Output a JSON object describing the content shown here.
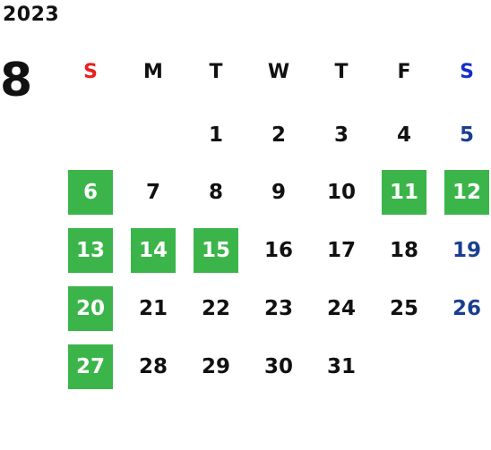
{
  "calendar": {
    "year": "2023",
    "month": "8",
    "weekdays": [
      {
        "label": "S",
        "color": "#e8201f"
      },
      {
        "label": "M",
        "color": "#111111"
      },
      {
        "label": "T",
        "color": "#111111"
      },
      {
        "label": "W",
        "color": "#111111"
      },
      {
        "label": "T",
        "color": "#111111"
      },
      {
        "label": "F",
        "color": "#111111"
      },
      {
        "label": "S",
        "color": "#1530c8"
      }
    ],
    "first_weekday_index": 2,
    "days_in_month": 31,
    "highlighted_days": [
      6,
      11,
      12,
      13,
      14,
      15,
      20,
      27
    ],
    "highlight_color": "#3bb54a",
    "saturday_color": "#1a3f91"
  }
}
